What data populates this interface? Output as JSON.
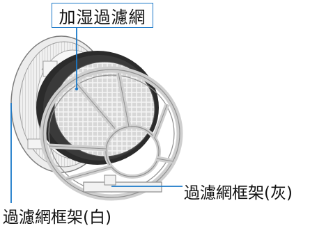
{
  "labels": {
    "humidifying_filter": "加湿過濾網",
    "filter_frame_gray": "過濾網框架(灰)",
    "filter_frame_white": "過濾網框架(白)"
  },
  "colors": {
    "leader_line": "#1a78c8",
    "label_border": "#1a78c8",
    "filter_dark": "#2b2b2b",
    "frame_gray": "#9a9a9a",
    "frame_white": "#e6e6e6"
  }
}
